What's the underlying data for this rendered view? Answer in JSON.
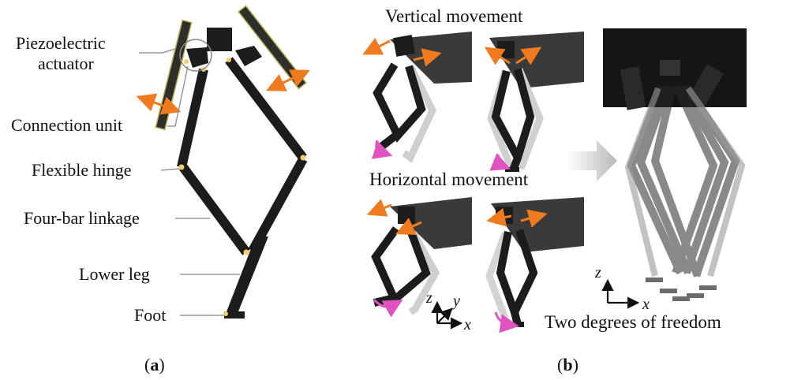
{
  "panel_a": {
    "labels": {
      "piezo_line1": "Piezoelectric",
      "piezo_line2": "actuator",
      "connection": "Connection unit",
      "hinge": "Flexible hinge",
      "linkage": "Four-bar linkage",
      "lower_leg": "Lower leg",
      "foot": "Foot"
    },
    "caption": {
      "open": "(",
      "letter": "a",
      "close": ")"
    }
  },
  "panel_b": {
    "vertical_title": "Vertical movement",
    "horizontal_title": "Horizontal movement",
    "axes_small": {
      "z": "z",
      "y": "y",
      "x": "x"
    },
    "axes_large": {
      "z": "z",
      "x": "x"
    },
    "dof_label": "Two degrees of freedom",
    "caption": {
      "open": "(",
      "letter": "b",
      "close": ")"
    }
  },
  "colors": {
    "link": "#1c1c1c",
    "actuator": "#2e2e2a",
    "actuator_edge": "#b9b35a",
    "hinge": "#f2d066",
    "orange_arrow": "#f07a1e",
    "magenta_arrow": "#e052c0",
    "ghost": "#bdbdbd"
  }
}
